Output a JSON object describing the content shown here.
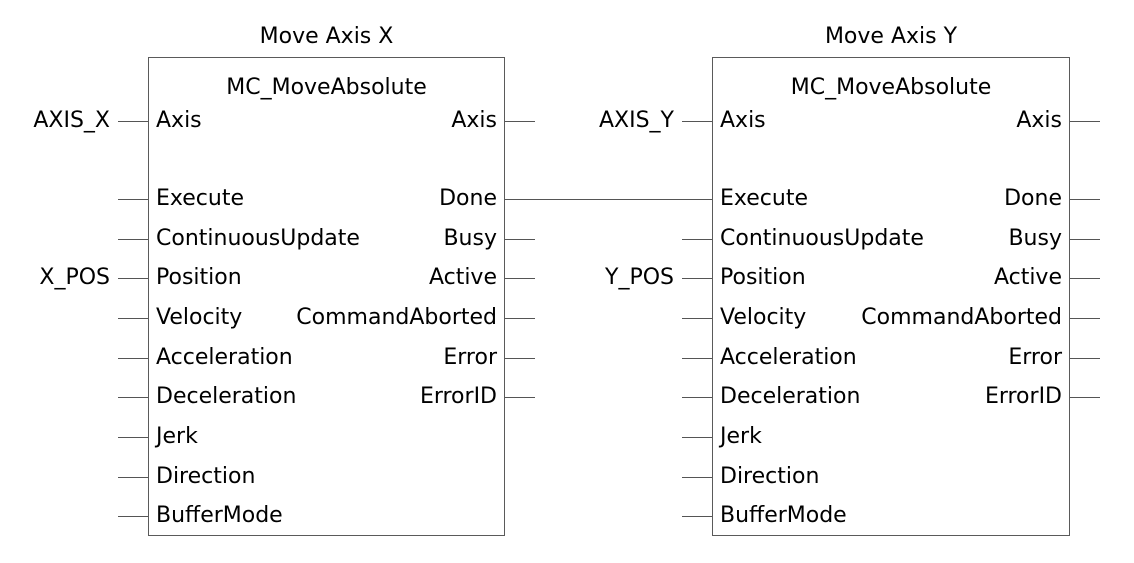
{
  "diagram": {
    "type": "function-block-diagram",
    "language": "IEC 61131-3 FBD",
    "background_color": "#ffffff",
    "line_color": "#555555",
    "text_color": "#000000"
  },
  "blocks": [
    {
      "id": "move-axis-x",
      "instance_title": "Move Axis X",
      "function_block_type": "MC_MoveAbsolute",
      "inputs": [
        {
          "name": "Axis",
          "connected_variable": "AXIS_X",
          "wire": "stub"
        },
        {
          "name": "Execute",
          "connected_variable": "",
          "wire": "stub"
        },
        {
          "name": "ContinuousUpdate",
          "connected_variable": "",
          "wire": "stub"
        },
        {
          "name": "Position",
          "connected_variable": "X_POS",
          "wire": "stub"
        },
        {
          "name": "Velocity",
          "connected_variable": "",
          "wire": "stub"
        },
        {
          "name": "Acceleration",
          "connected_variable": "",
          "wire": "stub"
        },
        {
          "name": "Deceleration",
          "connected_variable": "",
          "wire": "stub"
        },
        {
          "name": "Jerk",
          "connected_variable": "",
          "wire": "stub"
        },
        {
          "name": "Direction",
          "connected_variable": "",
          "wire": "stub"
        },
        {
          "name": "BufferMode",
          "connected_variable": "",
          "wire": "stub"
        }
      ],
      "outputs": [
        {
          "name": "Axis",
          "wire": "stub"
        },
        {
          "name": "Done",
          "wire": "connected-to-move-axis-y-execute"
        },
        {
          "name": "Busy",
          "wire": "stub"
        },
        {
          "name": "Active",
          "wire": "stub"
        },
        {
          "name": "CommandAborted",
          "wire": "stub"
        },
        {
          "name": "Error",
          "wire": "stub"
        },
        {
          "name": "ErrorID",
          "wire": "stub"
        }
      ]
    },
    {
      "id": "move-axis-y",
      "instance_title": "Move Axis Y",
      "function_block_type": "MC_MoveAbsolute",
      "inputs": [
        {
          "name": "Axis",
          "connected_variable": "AXIS_Y",
          "wire": "stub"
        },
        {
          "name": "Execute",
          "connected_variable": "",
          "wire": "connected-from-move-axis-x-done"
        },
        {
          "name": "ContinuousUpdate",
          "connected_variable": "",
          "wire": "stub"
        },
        {
          "name": "Position",
          "connected_variable": "Y_POS",
          "wire": "stub"
        },
        {
          "name": "Velocity",
          "connected_variable": "",
          "wire": "stub"
        },
        {
          "name": "Acceleration",
          "connected_variable": "",
          "wire": "stub"
        },
        {
          "name": "Deceleration",
          "connected_variable": "",
          "wire": "stub"
        },
        {
          "name": "Jerk",
          "connected_variable": "",
          "wire": "stub"
        },
        {
          "name": "Direction",
          "connected_variable": "",
          "wire": "stub"
        },
        {
          "name": "BufferMode",
          "connected_variable": "",
          "wire": "stub"
        }
      ],
      "outputs": [
        {
          "name": "Axis",
          "wire": "stub"
        },
        {
          "name": "Done",
          "wire": "stub"
        },
        {
          "name": "Busy",
          "wire": "stub"
        },
        {
          "name": "Active",
          "wire": "stub"
        },
        {
          "name": "CommandAborted",
          "wire": "stub"
        },
        {
          "name": "Error",
          "wire": "stub"
        },
        {
          "name": "ErrorID",
          "wire": "stub"
        }
      ]
    }
  ]
}
